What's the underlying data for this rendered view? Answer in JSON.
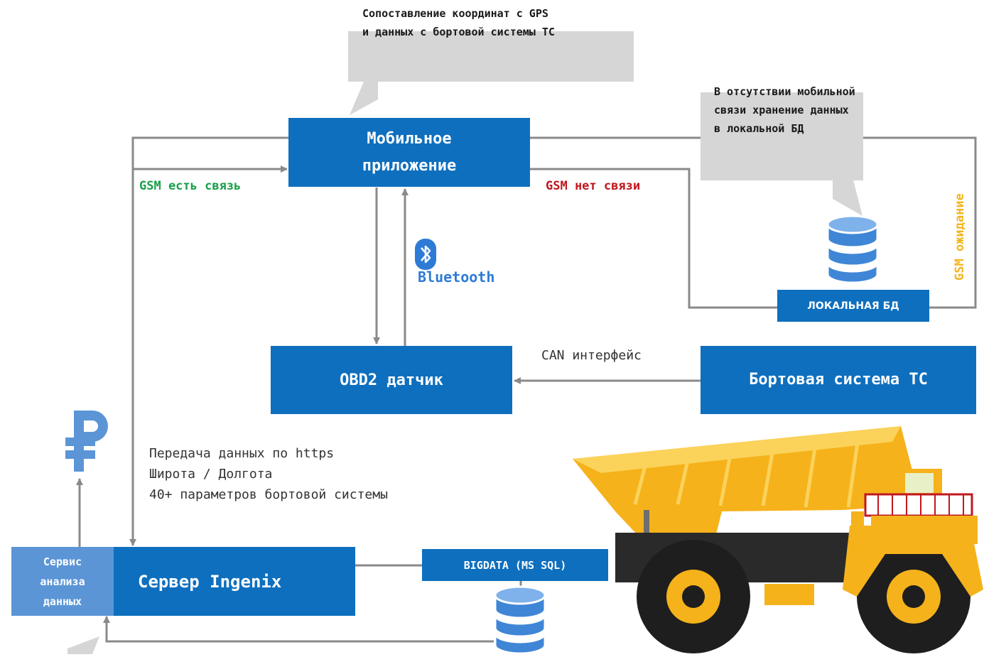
{
  "colors": {
    "box_blue": "#0e6fbe",
    "light_blue": "#5b95d6",
    "gsm_ok": "#1aa04a",
    "gsm_fail": "#c0171f",
    "gsm_wait": "#f4b41a",
    "bluetooth": "#2e7bd6",
    "connector": "#8a8a8a",
    "callout": "#d6d6d6",
    "truck_yellow": "#f5b21b",
    "truck_dark": "#1e1e1e"
  },
  "callouts": {
    "top": [
      "Сопоставление координат с GPS",
      "и данных с бортовой системы ТС"
    ],
    "right": [
      "В отсутствии мобильной",
      "связи хранение данных",
      "в локальной БД"
    ]
  },
  "boxes": {
    "mobile_app": "Мобильное приложение",
    "obd2": "OBD2 датчик",
    "onboard": "Бортовая система ТС",
    "local_db": "ЛОКАЛЬНАЯ БД",
    "server": "Сервер Ingenix",
    "analysis": "Сервис анализа данных",
    "bigdata": "BIGDATA (MS SQL)"
  },
  "labels": {
    "gsm_ok": "GSM есть связь",
    "gsm_fail": "GSM нет связи",
    "gsm_wait": "GSM ожидание",
    "bluetooth": "Bluetooth",
    "can": "CAN интерфейс"
  },
  "transfer": {
    "line1": "Передача данных по https",
    "line2": "Широта / Долгота",
    "line3": "40+ параметров бортовой системы"
  },
  "icons": {
    "currency": "ruble-icon",
    "bluetooth": "bluetooth-icon",
    "database": "database-icon",
    "vehicle": "mining-dump-truck"
  }
}
